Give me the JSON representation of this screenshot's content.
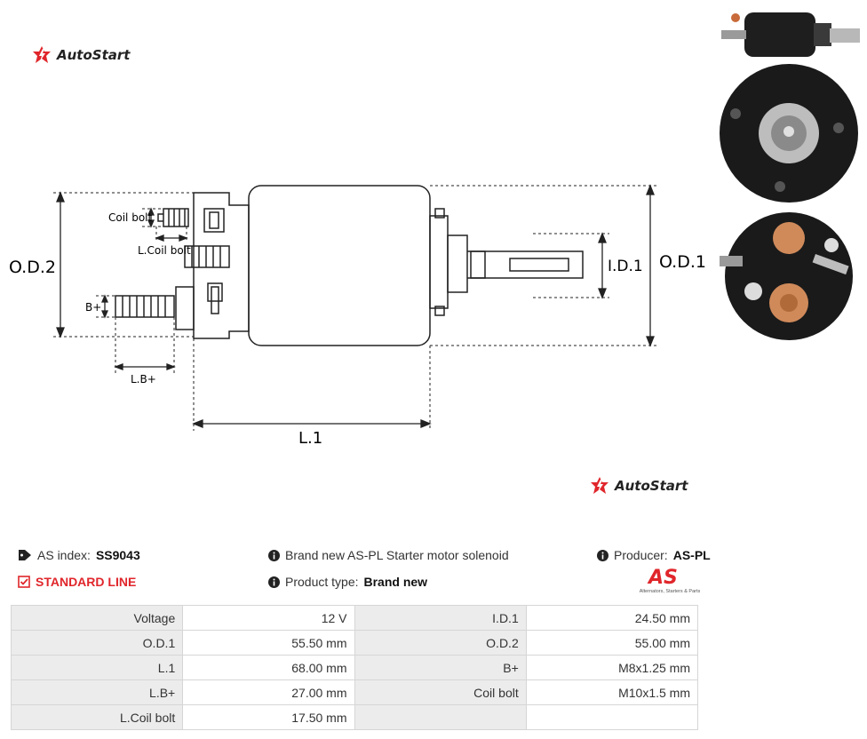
{
  "brand": {
    "logo_text": "AutoStart"
  },
  "drawing": {
    "labels": {
      "coil_bolt": "Coil bolt",
      "l_coil_bolt": "L.Coil bolt",
      "b_plus": "B+",
      "l_b_plus": "L.B+",
      "od2": "O.D.2",
      "od1": "O.D.1",
      "id1": "I.D.1",
      "l1": "L.1"
    }
  },
  "info": {
    "as_index_label": "AS index:",
    "as_index_value": "SS9043",
    "standard_line": "STANDARD LINE",
    "description": "Brand new AS-PL Starter motor solenoid",
    "product_type_label": "Product type:",
    "product_type_value": "Brand new",
    "producer_label": "Producer:",
    "producer_value": "AS-PL",
    "producer_logo_text": "AS",
    "producer_tagline": "Alternators, Starters & Parts"
  },
  "specs": [
    {
      "k1": "Voltage",
      "v1": "12 V",
      "k2": "I.D.1",
      "v2": "24.50 mm"
    },
    {
      "k1": "O.D.1",
      "v1": "55.50 mm",
      "k2": "O.D.2",
      "v2": "55.00 mm"
    },
    {
      "k1": "L.1",
      "v1": "68.00 mm",
      "k2": "B+",
      "v2": "M8x1.25 mm"
    },
    {
      "k1": "L.B+",
      "v1": "27.00 mm",
      "k2": "Coil bolt",
      "v2": "M10x1.5 mm"
    },
    {
      "k1": "L.Coil bolt",
      "v1": "17.50 mm",
      "k2": "",
      "v2": ""
    }
  ],
  "colors": {
    "brand_red": "#e0262b",
    "label_bg": "#ececec",
    "border": "#d6d6d6"
  },
  "icons": [
    "tag-icon",
    "check-square-icon",
    "info-circle-icon",
    "autostart-logo-icon"
  ]
}
